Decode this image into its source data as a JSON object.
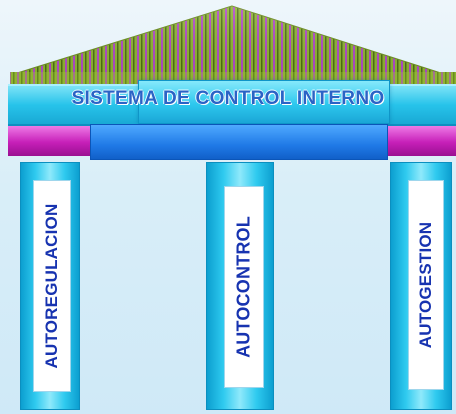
{
  "header": {
    "title": "SISTEMA DE CONTROL INTERNO"
  },
  "pillars": [
    {
      "label": "AUTOREGULACION"
    },
    {
      "label": "AUTOCONTROL"
    },
    {
      "label": "AUTOGESTION"
    }
  ],
  "colors": {
    "background": "#d9eef8",
    "roof_stripes_primary": "#7a9a2a",
    "roof_stripes_secondary": "#b04ac8",
    "band_cyan": "#27c3ea",
    "beam_magenta": "#c61fb8",
    "beam_blue": "#1f79e6",
    "column_cyan": "#2fcaef",
    "label_text": "#1733b0",
    "title_text": "#2a63c6"
  }
}
